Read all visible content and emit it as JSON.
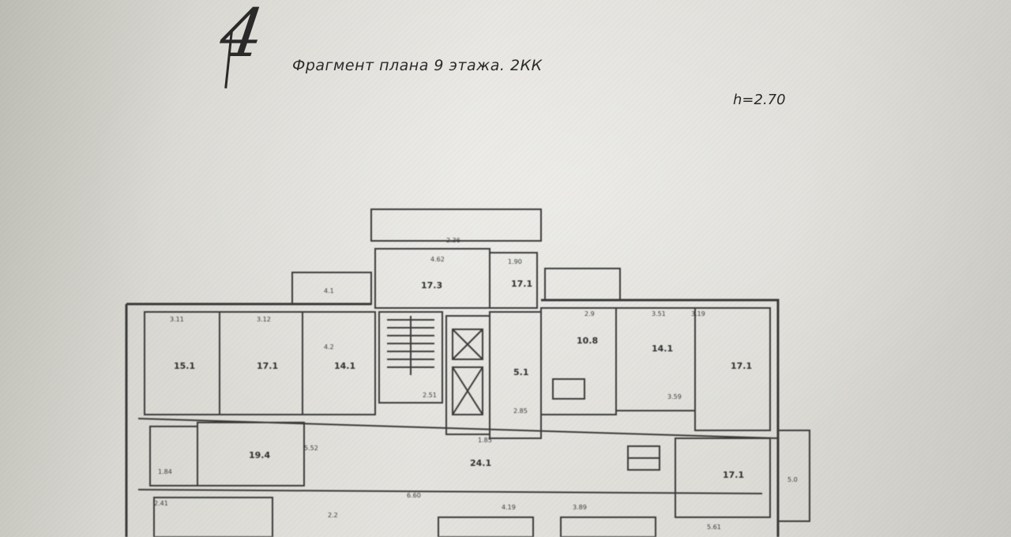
{
  "header": {
    "page_number": "4",
    "title": "Фрагмент плана 9 этажа. 2КК",
    "ceiling_height": "h=2.70"
  },
  "plan": {
    "room_areas": [
      "15.1",
      "17.1",
      "14.1",
      "17.3",
      "17.1",
      "10.8",
      "5.1",
      "14.1",
      "17.1",
      "19.4",
      "24.1",
      "17.1"
    ],
    "dimension_labels": [
      "3.11",
      "3.12",
      "4.2",
      "4.62",
      "1.90",
      "4.1",
      "2.36",
      "3.51",
      "2.9",
      "3.19",
      "3.59",
      "2.51",
      "2.85",
      "1.85",
      "5.52",
      "4.19",
      "6.60",
      "1.84",
      "5.0",
      "2.41",
      "2.2",
      "5.61",
      "3.89"
    ]
  }
}
